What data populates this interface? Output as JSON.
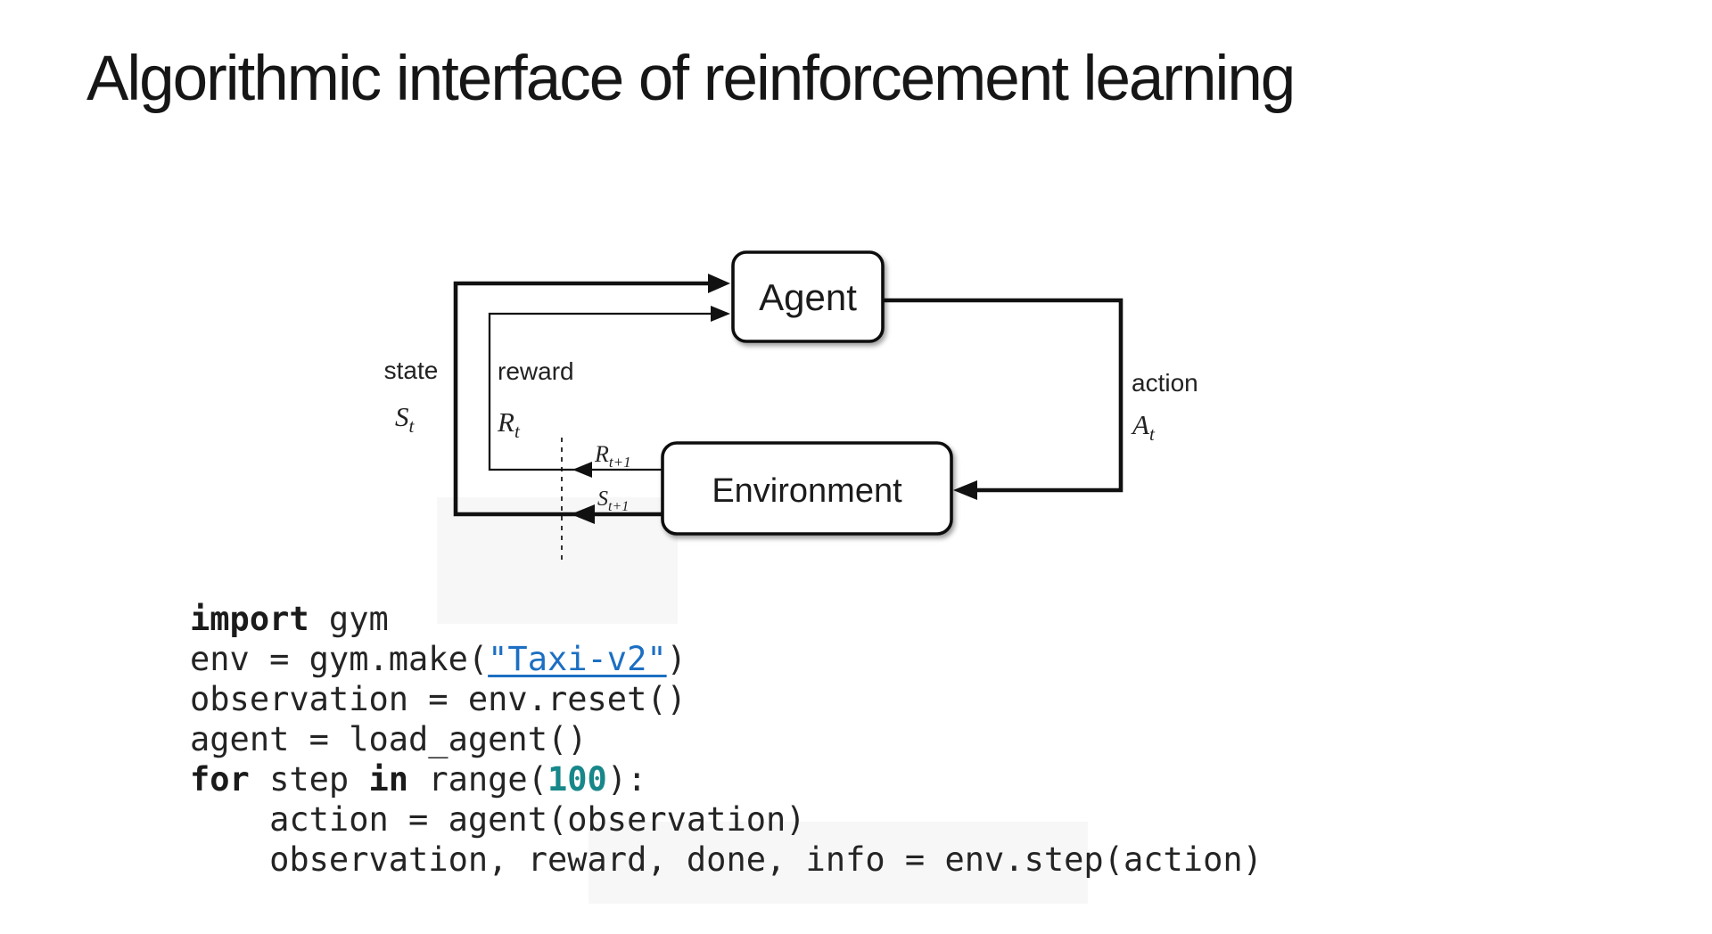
{
  "slide": {
    "title": "Algorithmic interface of reinforcement learning"
  },
  "diagram": {
    "agent_label": "Agent",
    "environment_label": "Environment",
    "state": {
      "label": "state",
      "symbol_base": "S",
      "symbol_sub": "t"
    },
    "reward": {
      "label": "reward",
      "symbol_base": "R",
      "symbol_sub": "t"
    },
    "action": {
      "label": "action",
      "symbol_base": "A",
      "symbol_sub": "t"
    },
    "reward_next": {
      "base": "R",
      "sub": "t+1"
    },
    "state_next": {
      "base": "S",
      "sub": "t+1"
    }
  },
  "code": {
    "lines": [
      [
        {
          "t": "import",
          "s": "kw"
        },
        {
          "t": " gym",
          "s": "plain"
        }
      ],
      [
        {
          "t": "env = gym.make(",
          "s": "plain"
        },
        {
          "t": "\"Taxi-v2\"",
          "s": "link"
        },
        {
          "t": ")",
          "s": "plain"
        }
      ],
      [
        {
          "t": "observation = env.reset()",
          "s": "plain"
        }
      ],
      [
        {
          "t": "agent = load_agent()",
          "s": "plain"
        }
      ],
      [
        {
          "t": "for",
          "s": "kw"
        },
        {
          "t": " step ",
          "s": "plain"
        },
        {
          "t": "in",
          "s": "kw"
        },
        {
          "t": " range(",
          "s": "plain"
        },
        {
          "t": "100",
          "s": "num"
        },
        {
          "t": "):",
          "s": "plain"
        }
      ],
      [
        {
          "t": "    action = agent(observation)",
          "s": "plain"
        }
      ],
      [
        {
          "t": "    observation, reward, done, info = env.step(action)",
          "s": "plain"
        }
      ]
    ]
  },
  "colors": {
    "text": "#242424",
    "link_blue": "#1c6fc2",
    "number_teal": "#17878a",
    "diagram_stroke": "#111111"
  }
}
